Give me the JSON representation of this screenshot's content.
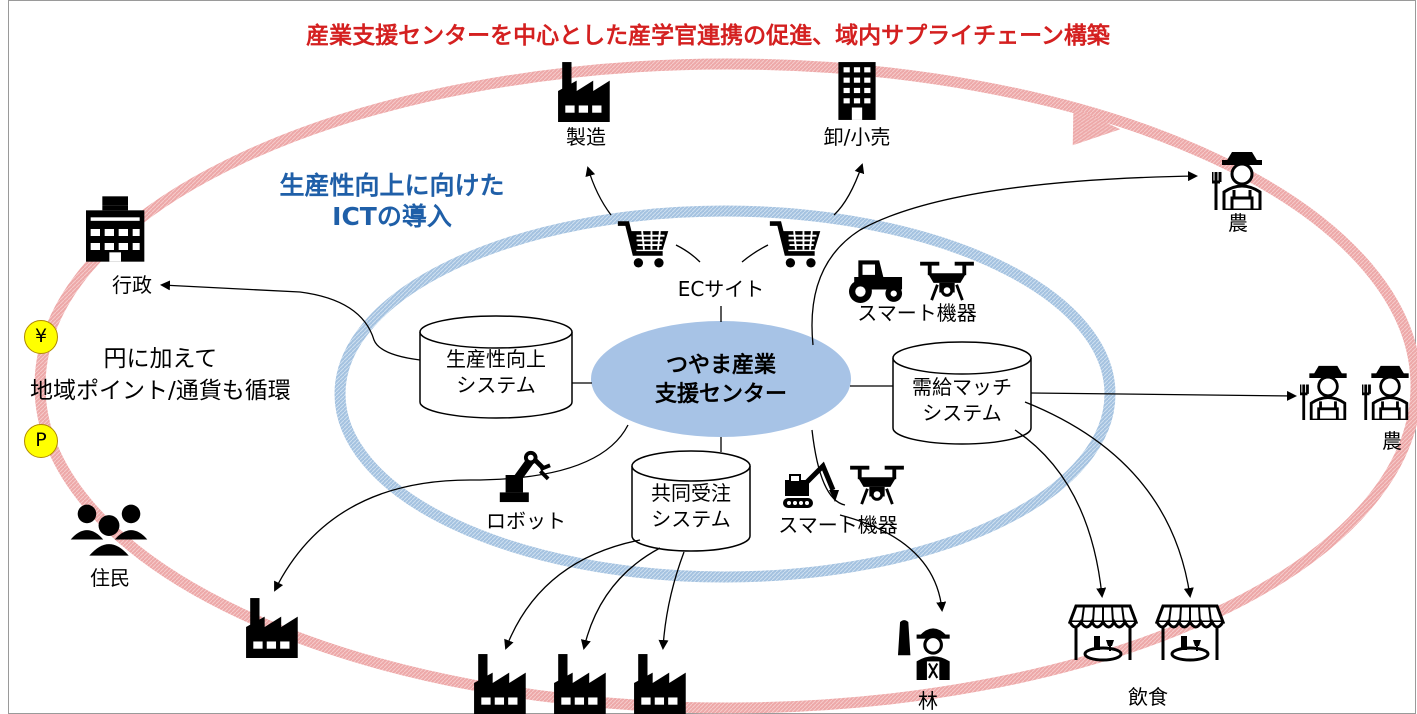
{
  "title": "産業支援センターを中心とした産学官連携の促進、域内サプライチェーン構築",
  "ict_label": [
    "生産性向上に向けた",
    "ICTの導入"
  ],
  "center": [
    "つやま産業",
    "支援センター"
  ],
  "systems": {
    "productivity": [
      "生産性向上",
      "システム"
    ],
    "matching": [
      "需給マッチ",
      "システム"
    ],
    "joint_order": [
      "共同受注",
      "システム"
    ]
  },
  "labels": {
    "manufacturing": "製造",
    "wholesale": "卸/小売",
    "ec_site": "ECサイト",
    "smart_devices_top": "スマート機器",
    "smart_devices_bottom": "スマート機器",
    "robot": "ロボット",
    "government": "行政",
    "residents": "住民",
    "agriculture_1": "農",
    "agriculture_2": "農",
    "forestry": "林",
    "food_service": "飲食"
  },
  "currency": {
    "yen_symbol": "¥",
    "point_symbol": "P",
    "text": [
      "円に加えて",
      "地域ポイント/通貨も循環"
    ]
  },
  "colors": {
    "title_red": "#d42020",
    "outer_ring": "#e79a9a",
    "inner_ring": "#9bbcdc",
    "center_fill": "#a7c3e6",
    "ict_blue": "#1f5fa8",
    "coin_yellow": "#ffff00"
  },
  "icons": [
    "factory-icon",
    "building-icon",
    "shopping-cart-icon",
    "tractor-icon",
    "drone-icon",
    "farmer-icon",
    "office-building-icon",
    "robot-arm-icon",
    "excavator-icon",
    "residents-group-icon",
    "forestry-worker-icon",
    "restaurant-icon"
  ]
}
